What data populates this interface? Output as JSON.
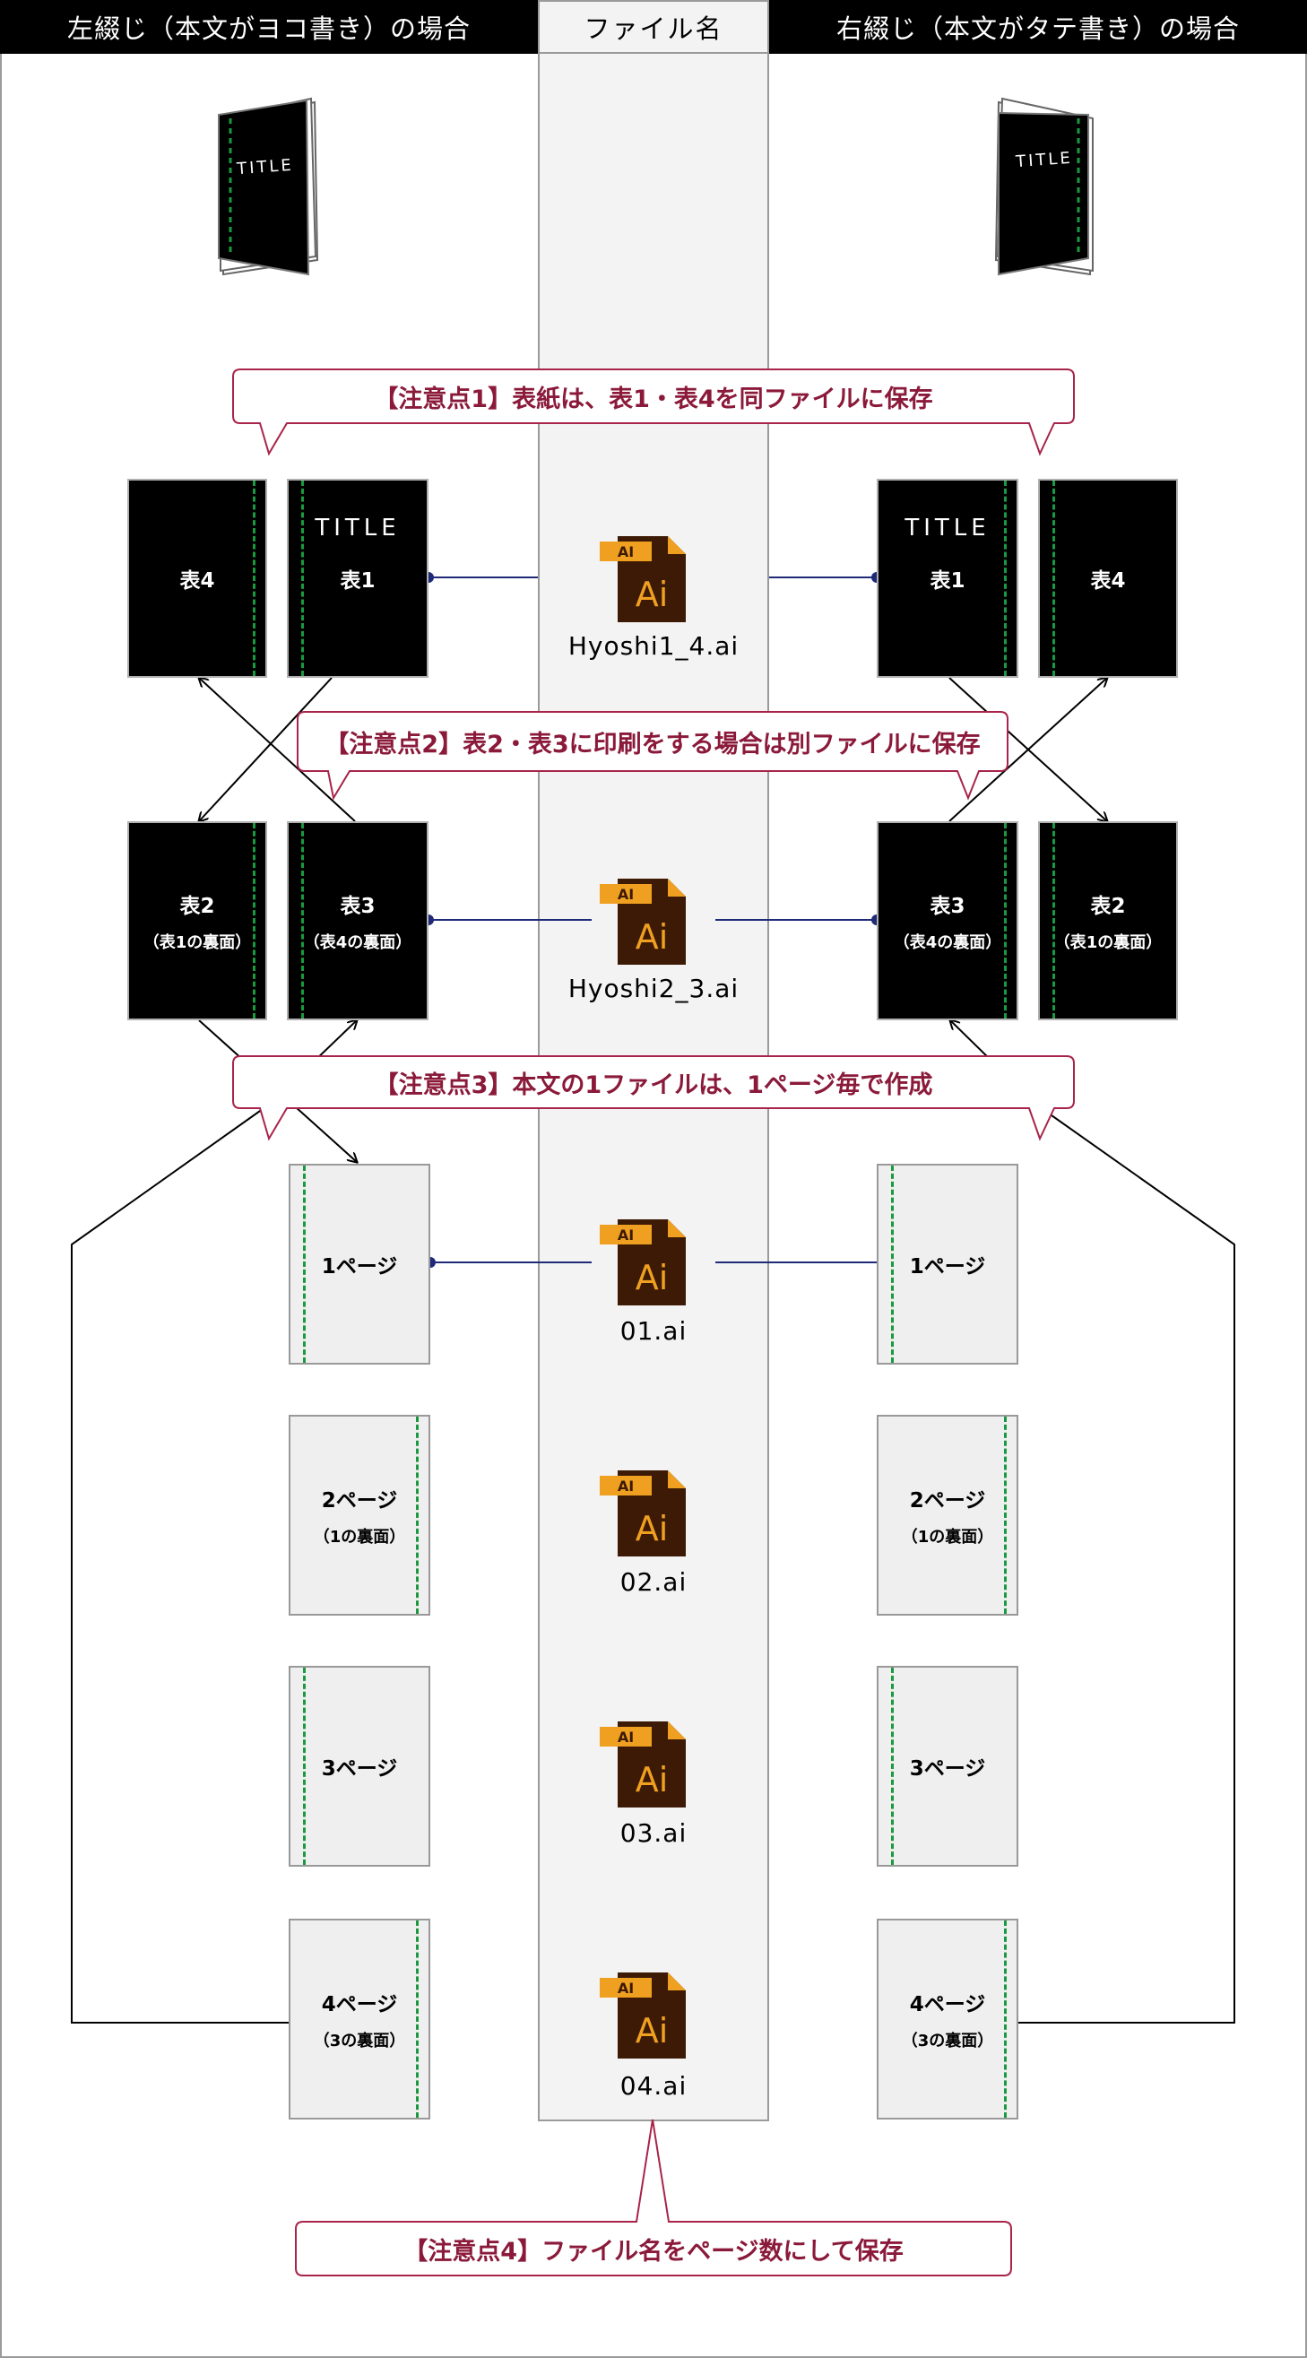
{
  "header": {
    "left_title": "左綴じ（本文がヨコ書き）の場合",
    "center_title": "ファイル名",
    "right_title": "右綴じ（本文がタテ書き）の場合"
  },
  "book": {
    "left_title": "TITLE",
    "right_title": "TITLE"
  },
  "notes": {
    "note1": "【注意点1】表紙は、表1・表4を同ファイルに保存",
    "note2": "【注意点2】表2・表3に印刷をする場合は別ファイルに保存",
    "note3": "【注意点3】本文の1ファイルは、1ページ毎で作成",
    "note4": "【注意点4】ファイル名をページ数にして保存"
  },
  "files": {
    "icon_badge": "AI",
    "icon_letters": "Ai",
    "cover14": "Hyoshi1_4.ai",
    "cover23": "Hyoshi2_3.ai",
    "p01": "01.ai",
    "p02": "02.ai",
    "p03": "03.ai",
    "p04": "04.ai"
  },
  "left": {
    "h4": "表4",
    "h1": "表1",
    "h1_title": "TITLE",
    "h2": "表2",
    "h2_sub": "（表1の裏面）",
    "h3": "表3",
    "h3_sub": "（表4の裏面）",
    "p1": "1ページ",
    "p2": "2ページ",
    "p2_sub": "（1の裏面）",
    "p3": "3ページ",
    "p4": "4ページ",
    "p4_sub": "（3の裏面）"
  },
  "right": {
    "h1": "表1",
    "h1_title": "TITLE",
    "h4": "表4",
    "h3": "表3",
    "h3_sub": "（表4の裏面）",
    "h2": "表2",
    "h2_sub": "（表1の裏面）",
    "p1": "1ページ",
    "p2": "2ページ",
    "p2_sub": "（1の裏面）",
    "p3": "3ページ",
    "p4": "4ページ",
    "p4_sub": "（3の裏面）"
  },
  "colors": {
    "note_text": "#8b1a3a",
    "note_border": "#a8244a",
    "binding_dash": "#1a9a40",
    "connector": "#1f2a78",
    "icon_dark": "#3d1a05",
    "icon_orange": "#f0a020"
  }
}
